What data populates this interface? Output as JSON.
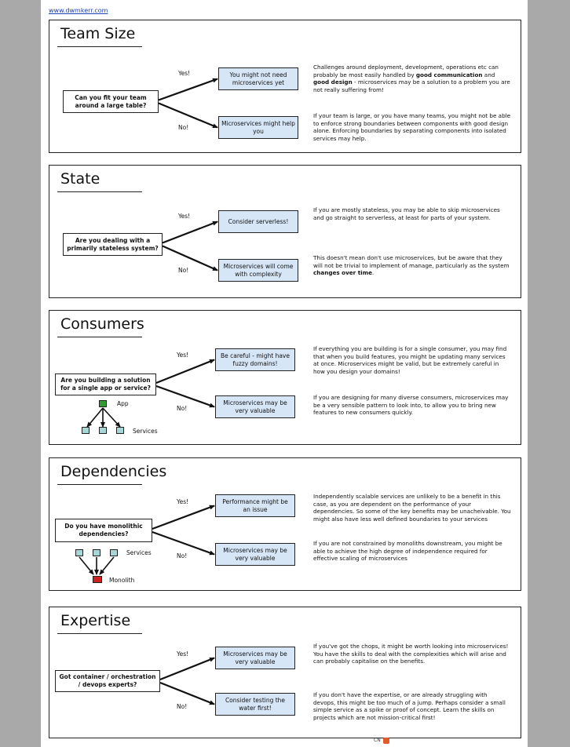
{
  "header": {
    "url": "www.dwmkerr.com"
  },
  "colors": {
    "answer_fill": "#d7e6f7",
    "app_green": "#2e9e2e",
    "monolith_red": "#d02020",
    "service_teal": "#a8d6d6"
  },
  "panels": [
    {
      "title": "Team Size",
      "question": "Can you fit your team around a large table?",
      "yes_label": "Yes!",
      "no_label": "No!",
      "yes_answer": "You might not need microservices yet",
      "no_answer": "Microservices might help you",
      "yes_desc": [
        "Challenges around deployment, development, operations etc can probably be most easily handled by ",
        "good communication",
        " and ",
        "good design",
        " - microservices may be a solution to a problem you are not really suffering from!"
      ],
      "no_desc": [
        "If your team is large, or you have many teams, you might not be able to enforce strong boundaries between components with good design alone. Enforcing boundaries by separating components into isolated services may help."
      ]
    },
    {
      "title": "State",
      "question": "Are you dealing with a primarily stateless system?",
      "yes_label": "Yes!",
      "no_label": "No!",
      "yes_answer": "Consider serverless!",
      "no_answer": "Microservices will come with complexity",
      "yes_desc": [
        "If you are mostly stateless, you may be able to skip microservices and go straight to serverless, at least for parts of your system."
      ],
      "no_desc": [
        "This doesn't mean don't use microservices, but be aware that they will not be trivial to implement of manage, particularly as the system ",
        "changes over time",
        "."
      ]
    },
    {
      "title": "Consumers",
      "question": "Are you building a solution for a single app or service?",
      "yes_label": "Yes!",
      "no_label": "No!",
      "yes_answer": "Be careful - might have fuzzy domains!",
      "no_answer": "Microservices may be very valuable",
      "yes_desc": [
        "If everything you are building is for a single consumer, you may find that when you build features, you might be updating many services at once. Microservices might be valid, but be extremely careful in how you design your domains!"
      ],
      "no_desc": [
        "If you are designing for many diverse consumers, microservices may be a very sensible pattern to look into, to allow you to bring new features to new consumers quickly."
      ],
      "mini_top_label": "App",
      "mini_bottom_label": "Services"
    },
    {
      "title": "Dependencies",
      "question": "Do you have monolithic dependencies?",
      "yes_label": "Yes!",
      "no_label": "No!",
      "yes_answer": "Performance might be an issue",
      "no_answer": "Microservices may be very valuable",
      "yes_desc": [
        "Independently scalable services are unlikely to be a benefit in this case, as you are dependent on the performance of your dependencies. So some of the key benefits may be unacheivable. You might also have less well defined boundaries to your services"
      ],
      "no_desc": [
        "If you are not constrained by monoliths downstream, you might be able to achieve the high degree of independence required for effective scaling of microservices"
      ],
      "mini_top_label": "Services",
      "mini_bottom_label": "Monolith"
    },
    {
      "title": "Expertise",
      "question": "Got container / orchestration / devops experts?",
      "yes_label": "Yes!",
      "no_label": "No!",
      "yes_answer": "Microservices may be very valuable",
      "no_answer": "Consider testing the water first!",
      "yes_desc": [
        "If you've got the chops, it might be worth looking into microservices! You have the skills to deal with the complexities which will arise and can probably capitalise on the benefits."
      ],
      "no_desc": [
        "If you don't have the expertise, or are already struggling with devops, this might be too much of a jump. Perhaps consider a small simple service as a spike or proof of concept. Learn the skills on projects which are not mission-critical first!"
      ]
    }
  ],
  "footer": {
    "label": "CN"
  }
}
